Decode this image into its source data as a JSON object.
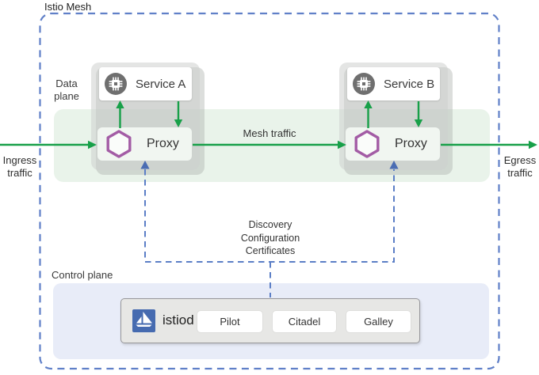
{
  "title": "Istio Mesh",
  "labels": {
    "data_plane": "Data\nplane",
    "control_plane": "Control plane",
    "ingress": "Ingress\ntraffic",
    "egress": "Egress\ntraffic",
    "mesh_traffic": "Mesh traffic",
    "discovery": "Discovery\nConfiguration\nCertificates"
  },
  "services": [
    {
      "name": "Service A",
      "icon": "chip-icon"
    },
    {
      "name": "Service B",
      "icon": "chip-icon"
    }
  ],
  "proxies": [
    {
      "label": "Proxy",
      "icon": "hexagon-icon"
    },
    {
      "label": "Proxy",
      "icon": "hexagon-icon"
    }
  ],
  "istiod": {
    "label": "istiod",
    "icon": "istio-sail-icon",
    "components": [
      "Pilot",
      "Citadel",
      "Galley"
    ]
  },
  "colors": {
    "traffic_green": "#18a049",
    "proxy_purple": "#a35ca5",
    "dashed_blue": "#5b7ec6",
    "arrow_blue": "#4a6cb3",
    "istio_blue": "#466bb0",
    "mesh_band": "#e9f3ea",
    "control_plane_bg": "#e8ecf8"
  }
}
